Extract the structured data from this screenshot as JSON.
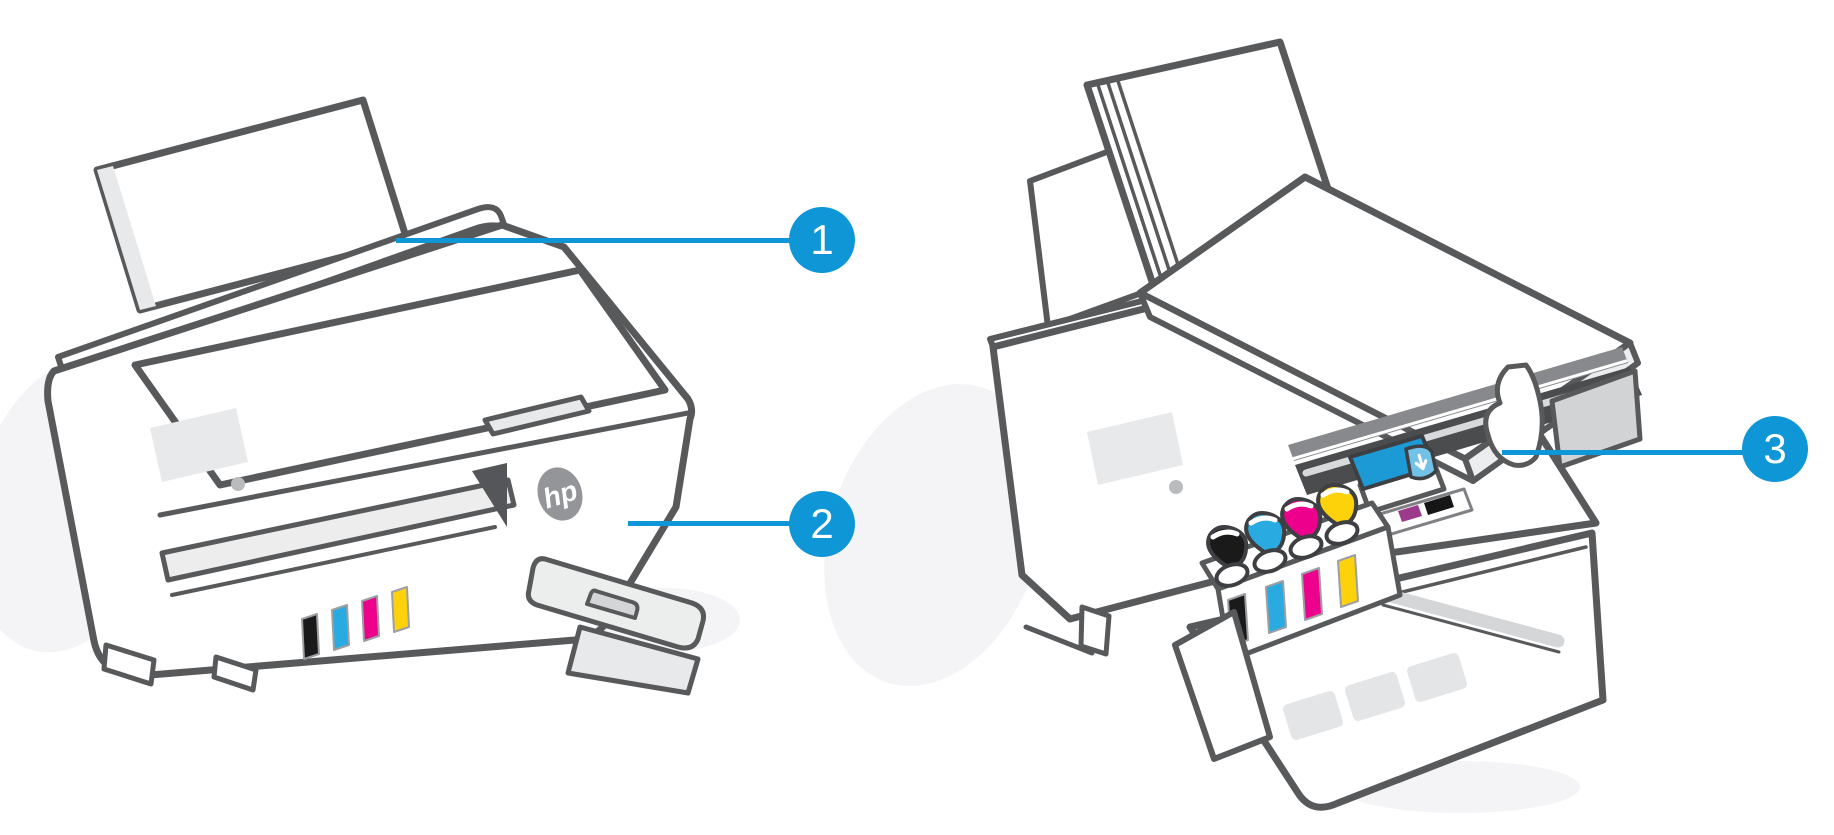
{
  "figure": {
    "logo_text": "hp",
    "callouts": [
      {
        "number": "1",
        "points_to": "scanner lid / input tray"
      },
      {
        "number": "2",
        "points_to": "output tray / front door"
      },
      {
        "number": "3",
        "points_to": "printhead carriage"
      }
    ],
    "colors": {
      "callout_accent": "#0f96d6",
      "line_art_outline": "#58595b",
      "printhead_blue": "#1b9ad6",
      "ink_black": "#1a1a1a",
      "ink_cyan": "#29abe2",
      "ink_magenta": "#ec008c",
      "ink_yellow": "#fdd20a"
    }
  }
}
